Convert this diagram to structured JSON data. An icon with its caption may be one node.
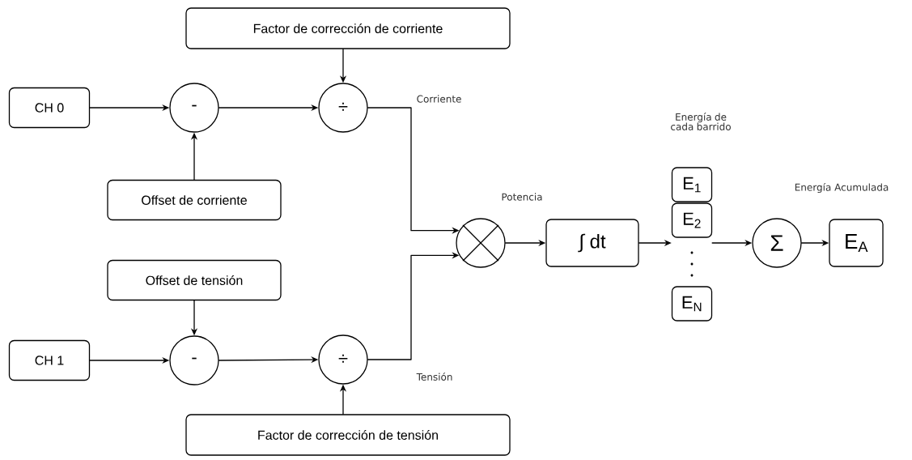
{
  "diagram": {
    "nodes": [
      {
        "text": [
          "Factor de corrección de corriente"
        ]
      },
      {
        "text": [
          "CH 0"
        ]
      },
      {
        "text": [
          "-"
        ]
      },
      {
        "text": [
          "÷"
        ]
      },
      {
        "text": [
          "Offset de corriente"
        ]
      },
      {
        "text": [
          "Offset de tensión"
        ]
      },
      {
        "text": [
          "CH 1"
        ]
      },
      {
        "text": [
          "-"
        ]
      },
      {
        "text": [
          "÷"
        ]
      },
      {
        "text": [],
        "shape": "circle"
      },
      {
        "text": [
          "∫ dt"
        ]
      },
      {
        "text": [
          "E$_{1}$"
        ]
      },
      {
        "text": [
          "E$_{2}$"
        ]
      },
      {
        "text": [
          "E$_{N}$"
        ]
      },
      {
        "text": [
          "Σ"
        ]
      },
      {
        "text": [
          "E$_{A}$"
        ]
      },
      {
        "text": [
          "Factor de corrección de tensión"
        ]
      }
    ],
    "edges": [
      {
        "from": 1,
        "to": 2,
        "arrow": "to"
      },
      {
        "from": 4,
        "to": 2,
        "arrow": "to"
      },
      {
        "from": 2,
        "to": 3,
        "arrow": "to"
      },
      {
        "from": 0,
        "to": 3,
        "arrow": "to"
      },
      {
        "from": 3,
        "to": 9,
        "arrow": "to"
      },
      {
        "from": 6,
        "to": 7,
        "arrow": "to"
      },
      {
        "from": 5,
        "to": 7,
        "arrow": "to"
      },
      {
        "from": 7,
        "to": 8,
        "arrow": "to"
      },
      {
        "from": 16,
        "to": 8,
        "arrow": "to"
      },
      {
        "from": 8,
        "to": 9,
        "arrow": "to"
      },
      {
        "from": 9,
        "to": 10,
        "arrow": "to"
      },
      {
        "from": 10,
        "to": 12,
        "arrow": "to"
      },
      {
        "from": 12,
        "to": 14,
        "arrow": "to"
      },
      {
        "from": 14,
        "to": 15,
        "arrow": "to"
      }
    ],
    "labels": [
      "Corriente",
      "Energía de cada barrido",
      "Potencia",
      "Energía Acumulada",
      "Tensión"
    ]
  }
}
